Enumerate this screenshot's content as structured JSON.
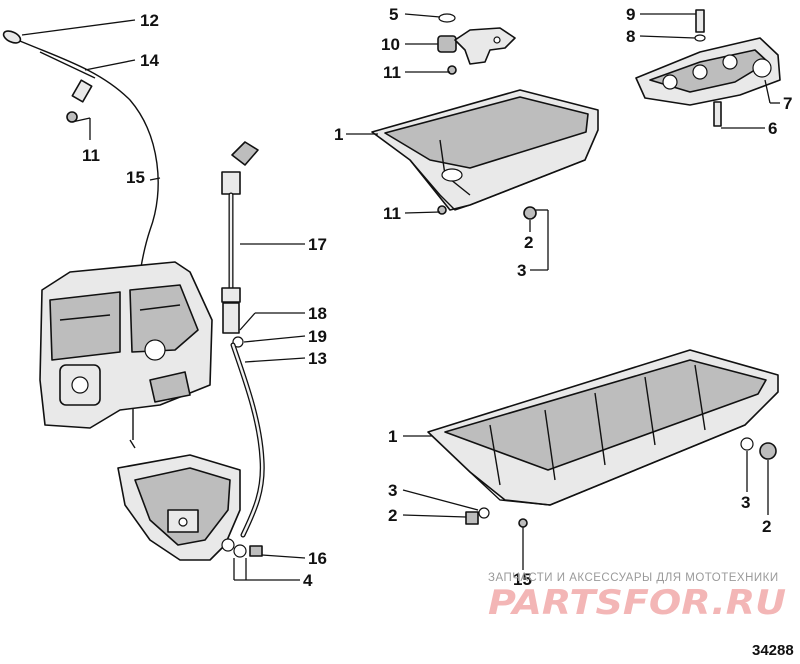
{
  "callouts": {
    "c12": "12",
    "c14": "14",
    "c11a": "11",
    "c15a": "15",
    "c17": "17",
    "c18": "18",
    "c19": "19",
    "c13": "13",
    "c16": "16",
    "c4": "4",
    "c5": "5",
    "c10": "10",
    "c11b": "11",
    "c1a": "1",
    "c11c": "11",
    "c2a": "2",
    "c3a": "3",
    "c9": "9",
    "c8": "8",
    "c7": "7",
    "c6": "6",
    "c1b": "1",
    "c3b": "3",
    "c2b": "2",
    "c15b": "15",
    "c3c": "3",
    "c2c": "2"
  },
  "watermark": {
    "text": "ЗАПЧАСТИ И АКСЕССУАРЫ ДЛЯ МОТОТЕХНИКИ",
    "logo": "PARTSFOR.RU"
  },
  "figure_number": "34288"
}
